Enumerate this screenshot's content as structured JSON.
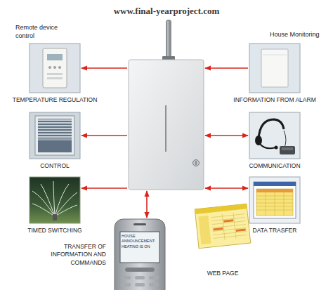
{
  "diagram": {
    "nodes": [
      {
        "text": [
          "TEMPERATURE REGULATION"
        ]
      },
      {
        "text": [
          "INFORMATION FROM ALARM"
        ]
      },
      {
        "text": []
      },
      {
        "text": [
          "CONTROL"
        ]
      },
      {
        "text": [
          "COMMUNICATION"
        ]
      },
      {
        "text": [
          "TIMED SWITCHING"
        ]
      },
      {
        "text": [
          "DATA TRASFER"
        ]
      },
      {
        "text": [
          "TRANSFER OF INFORMATION AND COMMANDS",
          "HOUSE ANNOUNCEMENT: HEATING IS ON"
        ]
      },
      {
        "text": [
          "WEB PAGE"
        ]
      }
    ],
    "edges": [
      {
        "from": 2,
        "to": 0,
        "arrow": "to"
      },
      {
        "from": 1,
        "to": 2,
        "arrow": "to"
      },
      {
        "from": 2,
        "to": 3,
        "arrow": "to"
      },
      {
        "from": 2,
        "to": 4,
        "arrow": "both"
      },
      {
        "from": 2,
        "to": 5,
        "arrow": "to"
      },
      {
        "from": 2,
        "to": 6,
        "arrow": "both"
      },
      {
        "from": 2,
        "to": 7,
        "arrow": "both"
      }
    ],
    "labels": [
      "www.final-yearproject.com",
      "Remote device control",
      "House Monitoring"
    ]
  }
}
